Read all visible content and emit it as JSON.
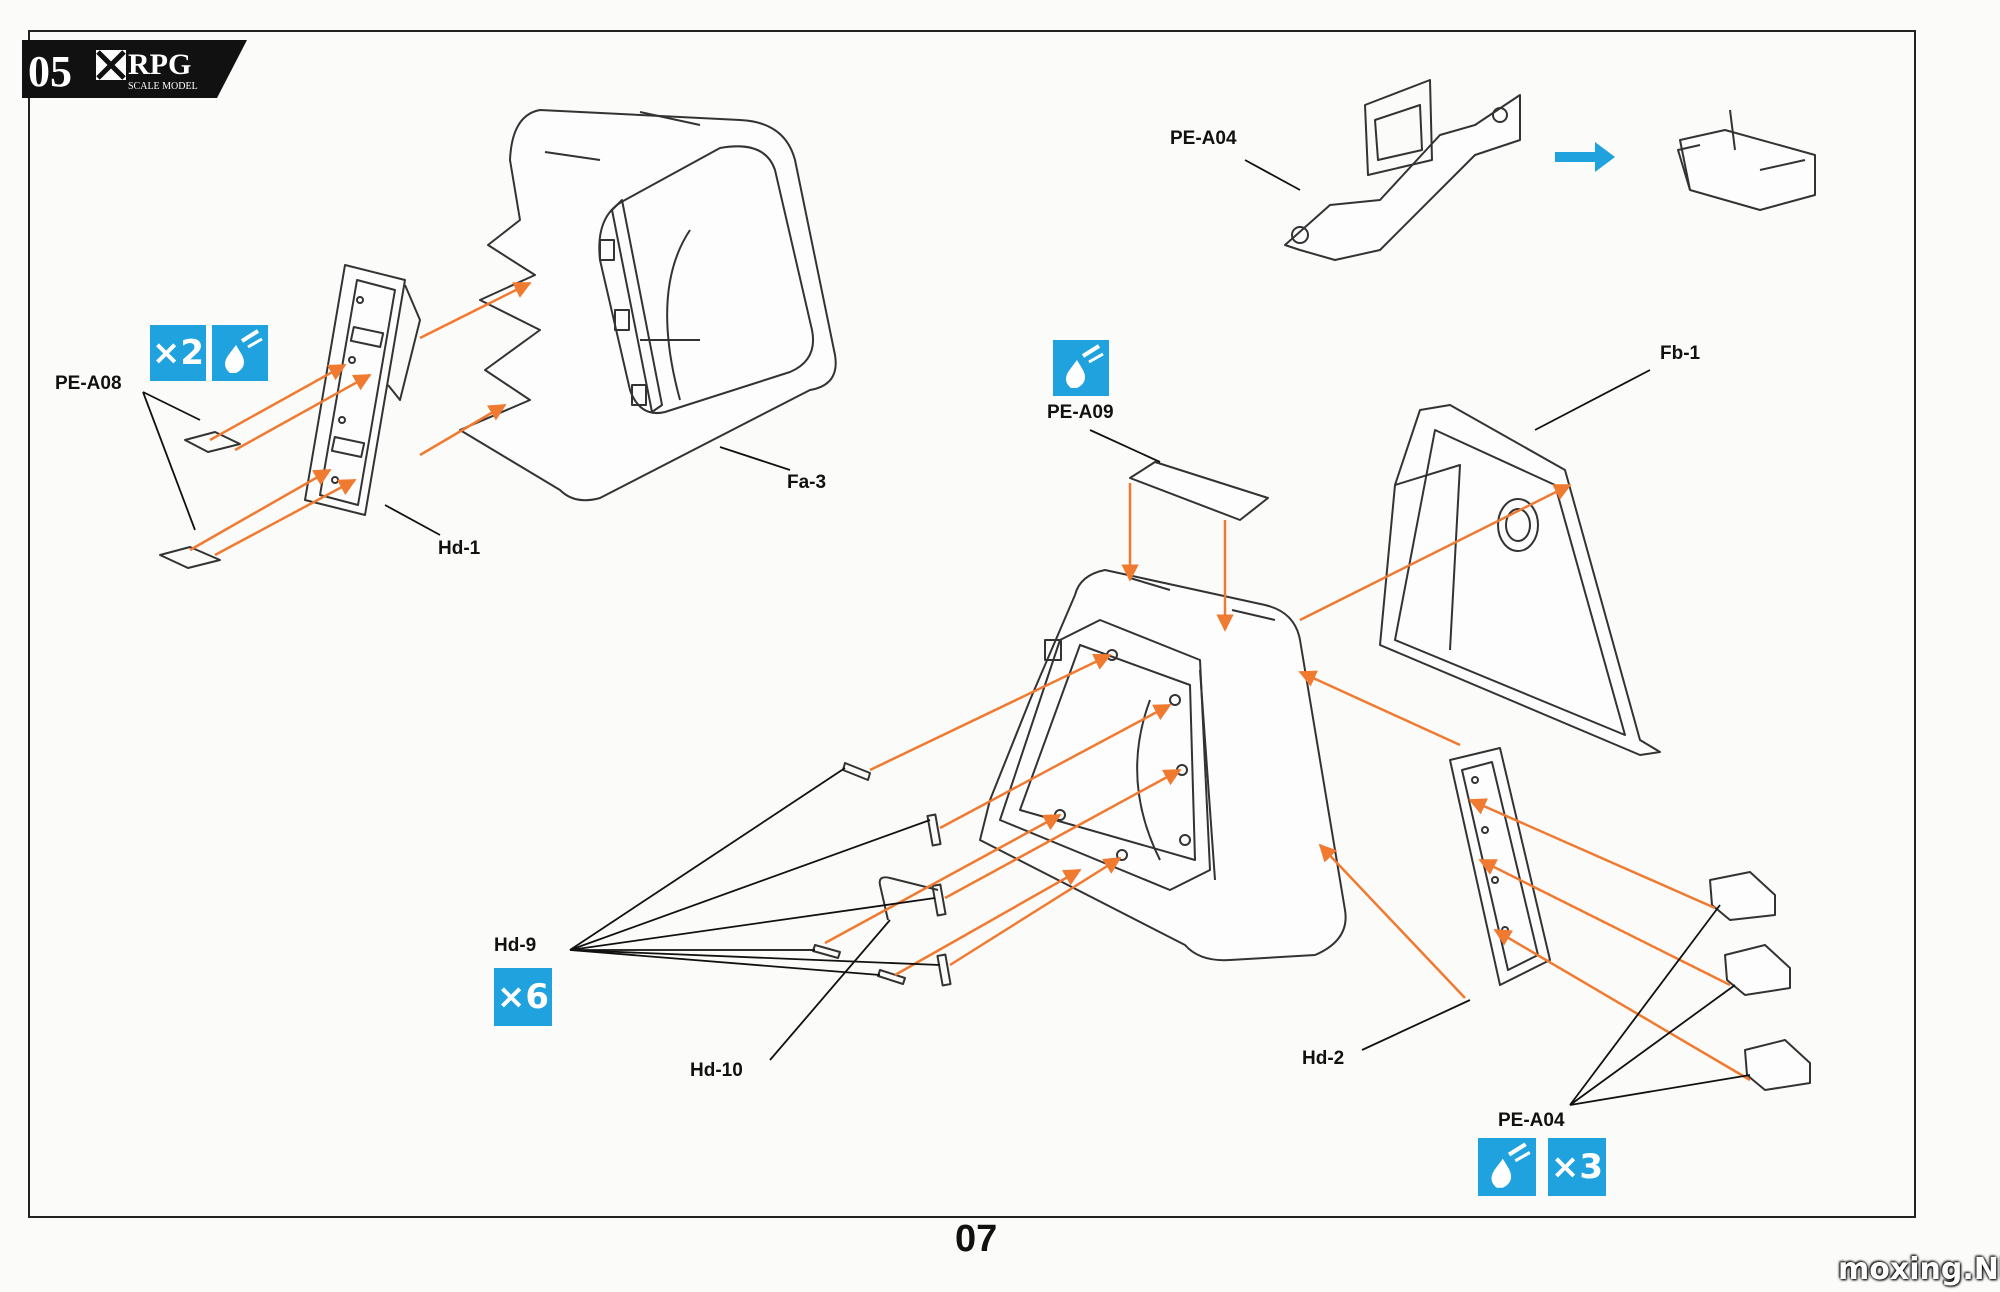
{
  "header": {
    "step_number": "05",
    "brand_name": "RPG",
    "brand_sub": "SCALE MODEL"
  },
  "page_number": "07",
  "watermark": "moxing.NET",
  "colors": {
    "accent_blue": "#1fa2de",
    "arrow_orange": "#f07a30",
    "line": "#333333"
  },
  "labels": {
    "pe_a04_top": "PE-A04",
    "pe_a08": "PE-A08",
    "hd_1": "Hd-1",
    "fa_3": "Fa-3",
    "pe_a09": "PE-A09",
    "fb_1": "Fb-1",
    "hd_9": "Hd-9",
    "hd_10": "Hd-10",
    "hd_2": "Hd-2",
    "pe_a04_bottom": "PE-A04"
  },
  "badges": {
    "pe_a08_qty": "×2",
    "hd_9_qty": "×6",
    "pe_a04_qty": "×3",
    "glue_icon": "glue-drop-icon"
  }
}
